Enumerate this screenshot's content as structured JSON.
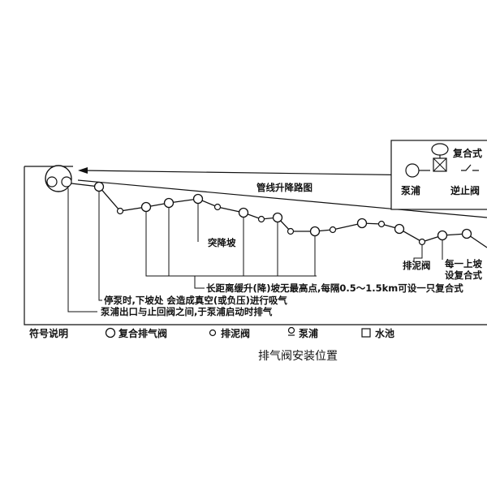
{
  "diagram": {
    "profile_label": "管线升降路图",
    "labels": {
      "sudden_drop": "突降坡",
      "mud_valve": "排泥阀",
      "every_up_line1": "每一上坡",
      "every_up_line2": "设复合式",
      "long_distance": "长距离缓升(降)坡无最高点,每隔0.5～1.5km可设一只复合式",
      "pump_stop": "停泵时,下坡处 会造成真空(或负压)进行吸气",
      "pump_outlet": "泵浦出口与止回阀之间,于泵浦启动时排气"
    },
    "inset": {
      "compound_label": "复合式",
      "pump_label": "泵浦",
      "check_label": "逆止阀"
    },
    "legend": {
      "title": "符号说明",
      "items": [
        {
          "icon": "large-circle",
          "label": "复合排气阀"
        },
        {
          "icon": "small-circle",
          "label": "排泥阀"
        },
        {
          "icon": "pump",
          "label": "泵浦"
        },
        {
          "icon": "square",
          "label": "水池"
        }
      ]
    },
    "caption": "排气阀安装位置"
  }
}
